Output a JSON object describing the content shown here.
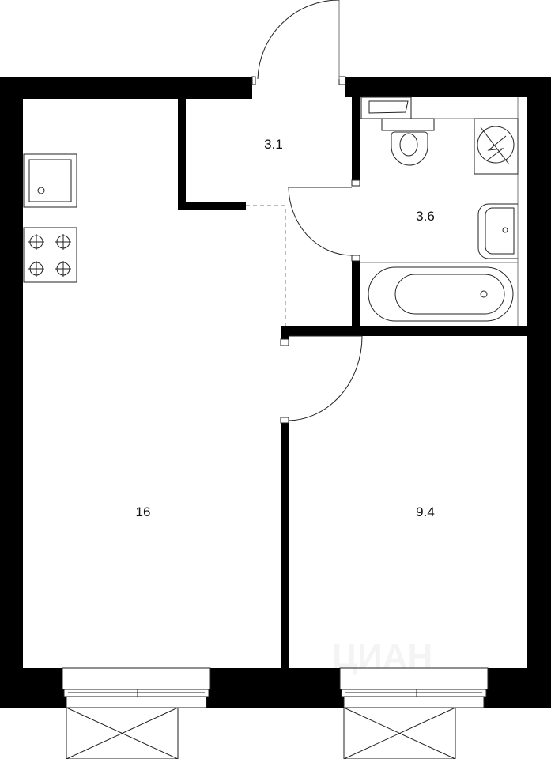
{
  "plan": {
    "rooms": [
      {
        "id": "hallway",
        "area": "3.1"
      },
      {
        "id": "bathroom",
        "area": "3.6"
      },
      {
        "id": "living-kitchen",
        "area": "16"
      },
      {
        "id": "bedroom",
        "area": "9.4"
      }
    ],
    "watermark": "ЦИАН",
    "colors": {
      "wall": "#000000",
      "line": "#222222",
      "background": "#ffffff"
    }
  }
}
